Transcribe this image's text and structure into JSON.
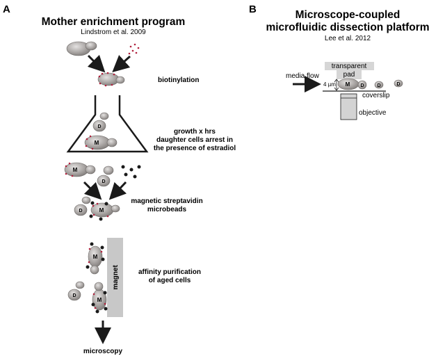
{
  "panel_a": {
    "letter": "A",
    "title": "Mother enrichment program",
    "citation": "Lindstrom et al. 2009",
    "steps": {
      "biotinylation": "biotinylation",
      "growth_line1": "growth x hrs",
      "growth_line2": "daughter cells arrest in",
      "growth_line3": "the presence of estradiol",
      "beads_line1": "magnetic streptavidin",
      "beads_line2": "microbeads",
      "affinity_line1": "affinity purification",
      "affinity_line2": "of aged cells",
      "microscopy": "microscopy"
    },
    "magnet_label": "magnet",
    "mother_label": "M",
    "daughter_label": "D"
  },
  "panel_b": {
    "letter": "B",
    "title_line1": "Microscope-coupled",
    "title_line2": "microfluidic dissection platform",
    "citation": "Lee et al. 2012",
    "pad_line1": "transparent",
    "pad_line2": "pad",
    "media_flow": "media flow",
    "gap": "4 µm",
    "coverslip": "coverslip",
    "objective": "objective",
    "mother_label": "M",
    "daughter_label": "D"
  },
  "colors": {
    "cell_fill": "#a9a5a3",
    "cell_stroke": "#6e6a68",
    "biotin": "#b0203c",
    "bead": "#1a1a1a",
    "magnet": "#c8c8c8",
    "pad": "#d6d6d6",
    "objective": "#d3d3d3"
  }
}
